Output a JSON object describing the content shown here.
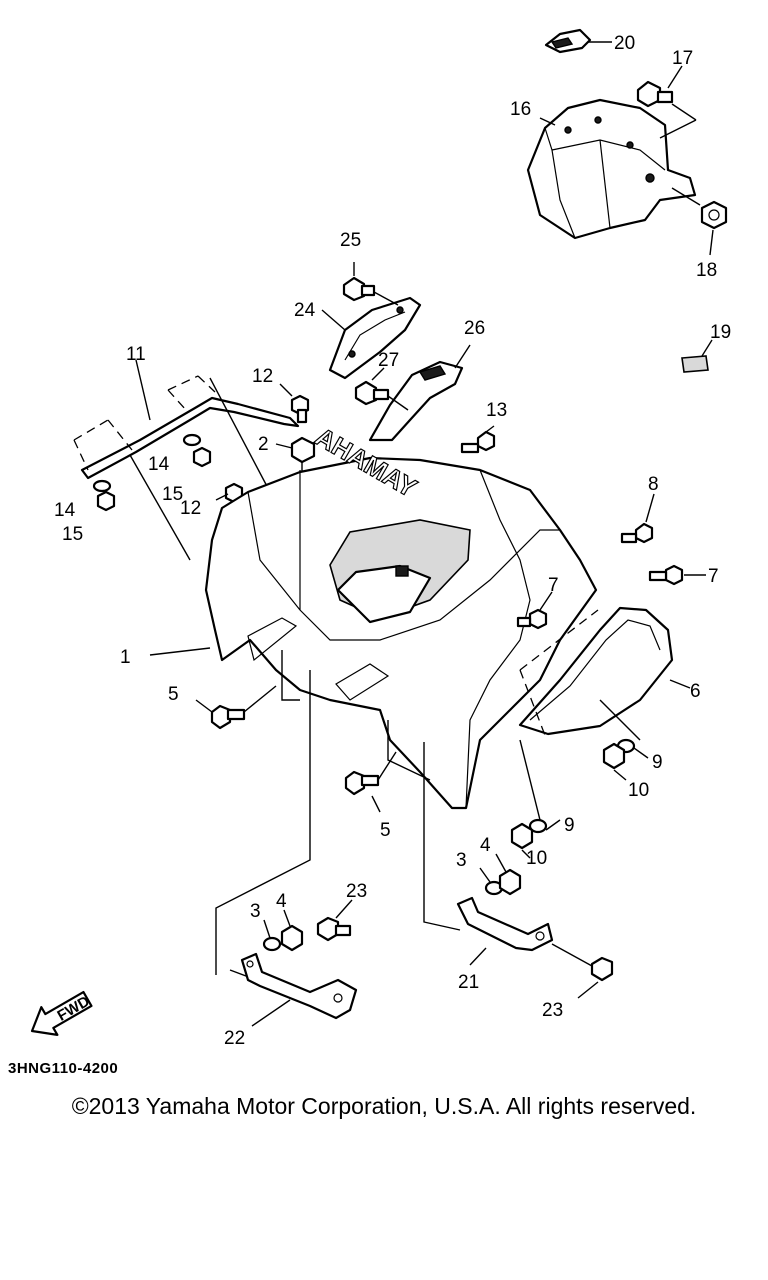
{
  "diagram": {
    "callouts": {
      "p1": "1",
      "p2": "2",
      "p3a": "3",
      "p3b": "3",
      "p4a": "4",
      "p4b": "4",
      "p5a": "5",
      "p5b": "5",
      "p6": "6",
      "p7a": "7",
      "p7b": "7",
      "p8": "8",
      "p9a": "9",
      "p9b": "9",
      "p10a": "10",
      "p10b": "10",
      "p11": "11",
      "p12a": "12",
      "p12b": "12",
      "p13": "13",
      "p14a": "14",
      "p14b": "14",
      "p15a": "15",
      "p15b": "15",
      "p16": "16",
      "p17": "17",
      "p18": "18",
      "p19": "19",
      "p20": "20",
      "p21": "21",
      "p22": "22",
      "p23a": "23",
      "p23b": "23",
      "p24": "24",
      "p25": "25",
      "p26": "26",
      "p27": "27"
    },
    "fender_logo": "YAMAHA",
    "fwd_arrow": "FWD",
    "code": "3HNG110-4200"
  },
  "footer": {
    "copyright": "©2013 Yamaha Motor Corporation, U.S.A. All rights reserved."
  }
}
